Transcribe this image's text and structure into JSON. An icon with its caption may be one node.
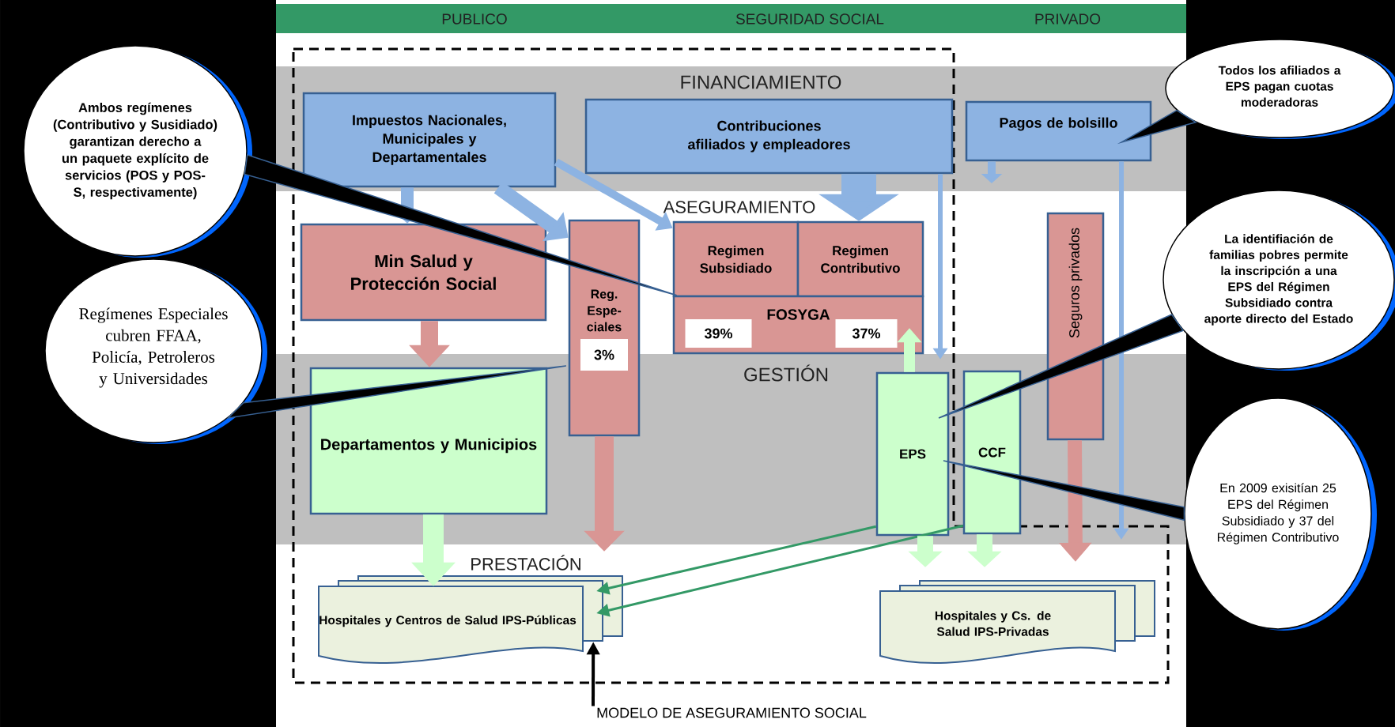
{
  "diagram": {
    "nodes": [
      {
        "text": [
          "Impuestos Nacionales, Municipales y Departamentales"
        ]
      },
      {
        "text": [
          "Contribuciones afiliados y empleadores"
        ]
      },
      {
        "text": [
          "Pagos de bolsillo"
        ]
      },
      {
        "text": [
          "Min Salud y Protección Social"
        ]
      },
      {
        "text": [
          "Reg. Espe-ciales",
          "3%"
        ]
      },
      {
        "text": [
          "Regimen Subsidiado"
        ]
      },
      {
        "text": [
          "Regimen Contributivo"
        ]
      },
      {
        "text": [
          "FOSYGA",
          "39%",
          "37%"
        ]
      },
      {
        "text": [
          "Departamentos y Municipios"
        ]
      },
      {
        "text": [
          "EPS"
        ]
      },
      {
        "text": [
          "CCF"
        ]
      },
      {
        "text": [
          "Seguros privados"
        ]
      },
      {
        "text": [
          "Hospitales y Centros de Salud IPS-Públicas"
        ]
      },
      {
        "text": [
          "Hospitales y Cs. de Salud IPS-Privadas"
        ]
      },
      {
        "text": [
          "Ambos regímenes (Contributivo y Susidiado) garantizan derecho a un paquete explícito de servicios (POS y POS-S, respectivamente)"
        ]
      },
      {
        "text": [
          "Regímenes Especiales cubren FFAA, Policía, Petroleros y Universidades"
        ]
      },
      {
        "text": [
          "Todos los afiliados a EPS pagan cuotas moderadoras"
        ]
      },
      {
        "text": [
          "La identifiación de familias pobres permite la inscripción a una EPS del Régimen Subsidiado contra aporte directo del Estado"
        ]
      },
      {
        "text": [
          "En 2009 exisitían 25 EPS del Régimen Subsidiado y 37 del Régimen Contributivo"
        ]
      },
      {
        "text": [
          "MODELO DE ASEGURAMIENTO SOCIAL"
        ]
      }
    ],
    "edges": [
      {
        "from": 0,
        "to": 3,
        "arrow": "to"
      },
      {
        "from": 0,
        "to": 4,
        "arrow": "to"
      },
      {
        "from": 0,
        "to": 5,
        "arrow": "to"
      },
      {
        "from": 1,
        "to": 6,
        "arrow": "to",
        "style": "thick"
      },
      {
        "from": 1,
        "to": 9,
        "arrow": "to"
      },
      {
        "from": 2,
        "to": null,
        "arrow": "to"
      },
      {
        "from": 2,
        "to": 13,
        "arrow": "to"
      },
      {
        "from": 3,
        "to": 8,
        "arrow": "to",
        "color": "#d99694"
      },
      {
        "from": 4,
        "to": 12,
        "arrow": "to",
        "color": "#d99694"
      },
      {
        "from": 8,
        "to": 12,
        "arrow": "to",
        "color": "#ccffcc"
      },
      {
        "from": 9,
        "to": 7,
        "arrow": "to",
        "color": "#ccffcc"
      },
      {
        "from": 9,
        "to": 12,
        "arrow": "to",
        "color": "#339966"
      },
      {
        "from": 10,
        "to": 12,
        "arrow": "to",
        "color": "#339966"
      },
      {
        "from": 9,
        "to": 13,
        "arrow": "to",
        "color": "#ccffcc"
      },
      {
        "from": 10,
        "to": 13,
        "arrow": "to",
        "color": "#ccffcc"
      },
      {
        "from": 11,
        "to": 13,
        "arrow": "to",
        "color": "#d99694"
      },
      {
        "from": 19,
        "to": 12,
        "arrow": "to",
        "color": "#000000"
      },
      {
        "from": 14,
        "to": 7,
        "arrow": "none",
        "color": "#000000"
      },
      {
        "from": 15,
        "to": 4,
        "arrow": "none",
        "color": "#000000"
      },
      {
        "from": 16,
        "to": 2,
        "arrow": "none",
        "color": "#000000"
      },
      {
        "from": 17,
        "to": 9,
        "arrow": "none",
        "color": "#000000"
      },
      {
        "from": 18,
        "to": 9,
        "arrow": "none",
        "color": "#000000"
      }
    ],
    "labels": [
      "PUBLICO",
      "SEGURIDAD SOCIAL",
      "PRIVADO",
      "FINANCIAMIENTO",
      "ASEGURAMIENTO",
      "GESTIÓN",
      "PRESTACIÓN"
    ]
  }
}
